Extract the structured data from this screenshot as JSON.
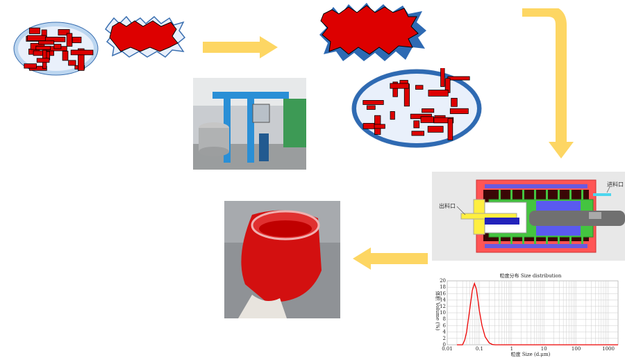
{
  "colors": {
    "arrow": "#fdd663",
    "pigment_red": "#dd0000",
    "shadow_blue": "#2e6ab3",
    "light_blue": "#bcd6f0"
  },
  "steps": [
    {
      "name": "pigment-aggregates-and-wetting-agent"
    },
    {
      "name": "high-speed-disperser-photo"
    },
    {
      "name": "wetted-pigment"
    },
    {
      "name": "bead-mill-cross-section"
    },
    {
      "name": "particle-size-distribution"
    },
    {
      "name": "red-dispersion-photo"
    }
  ],
  "mill": {
    "outlet_label": "出料口",
    "inlet_label": "进料口"
  },
  "chart_data": {
    "type": "line",
    "title": "粒度分布 Size distribution",
    "xlabel": "粒度 Size (d.μm)",
    "ylabel": "体积 Volume (%)",
    "xscale": "log",
    "xlim": [
      0.01,
      2000
    ],
    "ylim": [
      0,
      20
    ],
    "xticks": [
      "0.01",
      "0.1",
      "1",
      "10",
      "100",
      "1000"
    ],
    "yticks": [
      "0",
      "2",
      "4",
      "6",
      "8",
      "10",
      "12",
      "14",
      "16",
      "18",
      "20"
    ],
    "grid": true,
    "series": [
      {
        "x": [
          0.02,
          0.03,
          0.035,
          0.04,
          0.05,
          0.06,
          0.07,
          0.08,
          0.09,
          0.1,
          0.12,
          0.15,
          0.2,
          0.25,
          0.3,
          1,
          10,
          100,
          1000,
          2000
        ],
        "y": [
          0,
          0,
          1.5,
          4,
          11,
          17,
          19.2,
          17.5,
          14,
          10.5,
          6,
          2.5,
          0.6,
          0.1,
          0,
          0,
          0,
          0,
          0,
          0
        ]
      }
    ]
  }
}
